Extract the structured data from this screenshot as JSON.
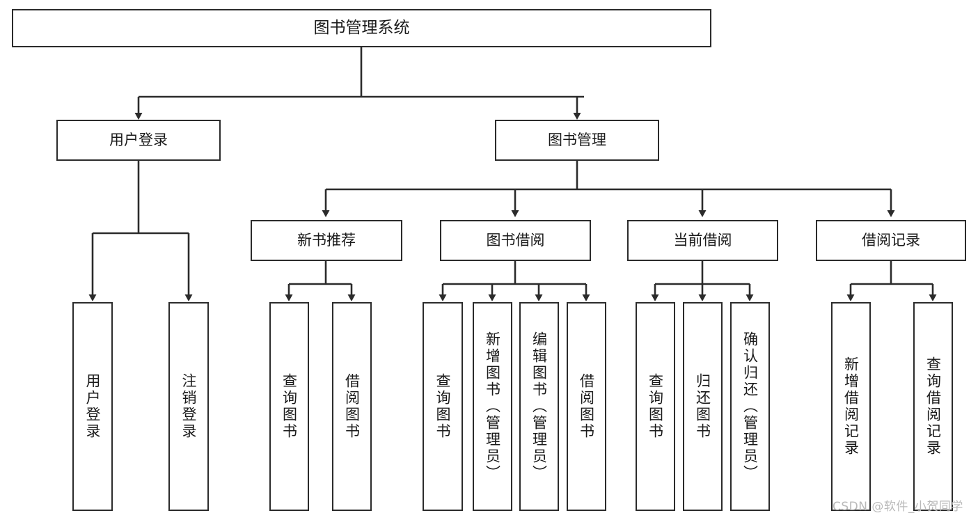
{
  "diagram": {
    "type": "tree-hierarchy-chart",
    "title": "图书管理系统",
    "watermark": "CSDN @软件_小贺同学",
    "colors": {
      "box_border": "#2b2b2b",
      "box_fill": "#ffffff",
      "edge": "#2b2b2b",
      "text": "#1a1a1a",
      "watermark": "#b9b9b9",
      "background": "#ffffff"
    }
  },
  "nodes": {
    "root": {
      "label": "图书管理系统"
    },
    "level2": [
      {
        "label": "用户登录"
      },
      {
        "label": "图书管理"
      }
    ],
    "level3": [
      {
        "label": "新书推荐"
      },
      {
        "label": "图书借阅"
      },
      {
        "label": "当前借阅"
      },
      {
        "label": "借阅记录"
      }
    ],
    "leaves": {
      "user_login": [
        {
          "label": "用户登录"
        },
        {
          "label": "注销登录"
        }
      ],
      "new_book_recommend": [
        {
          "label": "查询图书"
        },
        {
          "label": "借阅图书"
        }
      ],
      "book_borrow": [
        {
          "label": "查询图书"
        },
        {
          "label": "新增图书（管理员）"
        },
        {
          "label": "编辑图书（管理员）"
        },
        {
          "label": "借阅图书"
        }
      ],
      "current_borrow": [
        {
          "label": "查询图书"
        },
        {
          "label": "归还图书"
        },
        {
          "label": "确认归还（管理员）"
        }
      ],
      "borrow_record": [
        {
          "label": "新增借阅记录"
        },
        {
          "label": "查询借阅记录"
        }
      ]
    }
  }
}
